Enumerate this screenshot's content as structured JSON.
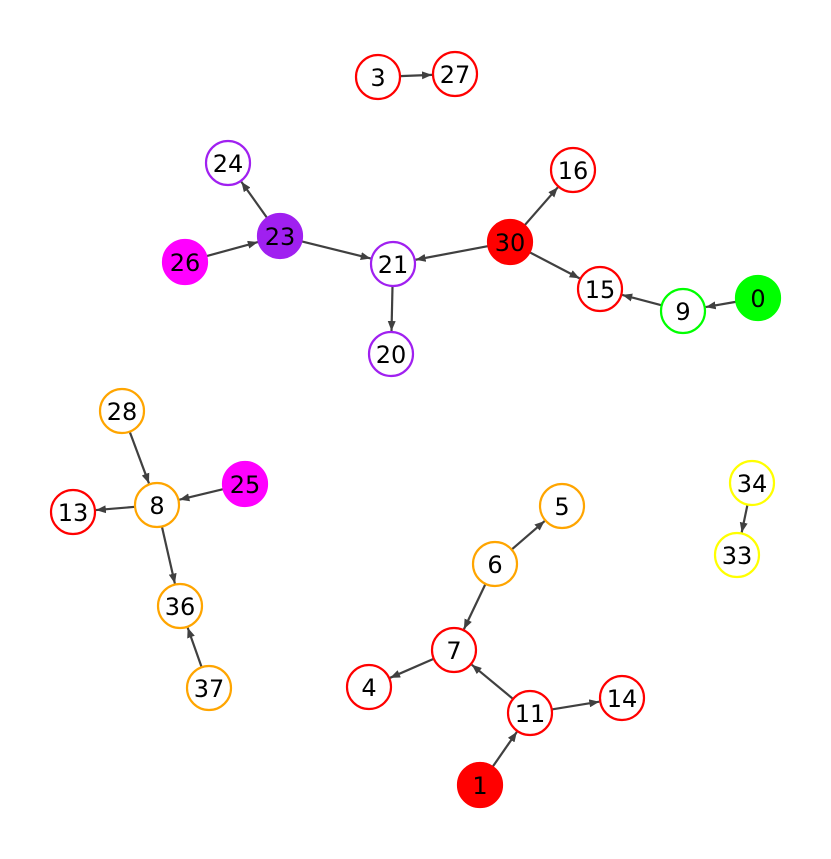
{
  "graph": {
    "nodes": [
      {
        "id": "0",
        "label": "0",
        "filled": true,
        "color": "#00ff00"
      },
      {
        "id": "1",
        "label": "1",
        "filled": true,
        "color": "#ff0000"
      },
      {
        "id": "3",
        "label": "3",
        "filled": false,
        "color": "#ff0000"
      },
      {
        "id": "4",
        "label": "4",
        "filled": false,
        "color": "#ff0000"
      },
      {
        "id": "5",
        "label": "5",
        "filled": false,
        "color": "#ffa500"
      },
      {
        "id": "6",
        "label": "6",
        "filled": false,
        "color": "#ffa500"
      },
      {
        "id": "7",
        "label": "7",
        "filled": false,
        "color": "#ff0000"
      },
      {
        "id": "8",
        "label": "8",
        "filled": false,
        "color": "#ffa500"
      },
      {
        "id": "9",
        "label": "9",
        "filled": false,
        "color": "#00ff00"
      },
      {
        "id": "11",
        "label": "11",
        "filled": false,
        "color": "#ff0000"
      },
      {
        "id": "13",
        "label": "13",
        "filled": false,
        "color": "#ff0000"
      },
      {
        "id": "14",
        "label": "14",
        "filled": false,
        "color": "#ff0000"
      },
      {
        "id": "15",
        "label": "15",
        "filled": false,
        "color": "#ff0000"
      },
      {
        "id": "16",
        "label": "16",
        "filled": false,
        "color": "#ff0000"
      },
      {
        "id": "20",
        "label": "20",
        "filled": false,
        "color": "#a020f0"
      },
      {
        "id": "21",
        "label": "21",
        "filled": false,
        "color": "#a020f0"
      },
      {
        "id": "23",
        "label": "23",
        "filled": true,
        "color": "#a020f0"
      },
      {
        "id": "24",
        "label": "24",
        "filled": false,
        "color": "#a020f0"
      },
      {
        "id": "25",
        "label": "25",
        "filled": true,
        "color": "#ff00ff"
      },
      {
        "id": "26",
        "label": "26",
        "filled": true,
        "color": "#ff00ff"
      },
      {
        "id": "27",
        "label": "27",
        "filled": false,
        "color": "#ff0000"
      },
      {
        "id": "28",
        "label": "28",
        "filled": false,
        "color": "#ffa500"
      },
      {
        "id": "30",
        "label": "30",
        "filled": true,
        "color": "#ff0000"
      },
      {
        "id": "33",
        "label": "33",
        "filled": false,
        "color": "#ffff00"
      },
      {
        "id": "34",
        "label": "34",
        "filled": false,
        "color": "#ffff00"
      },
      {
        "id": "36",
        "label": "36",
        "filled": false,
        "color": "#ffa500"
      },
      {
        "id": "37",
        "label": "37",
        "filled": false,
        "color": "#ffa500"
      }
    ],
    "edges": [
      {
        "source": "3",
        "target": "27"
      },
      {
        "source": "23",
        "target": "24"
      },
      {
        "source": "26",
        "target": "23"
      },
      {
        "source": "23",
        "target": "21"
      },
      {
        "source": "30",
        "target": "21"
      },
      {
        "source": "30",
        "target": "16"
      },
      {
        "source": "30",
        "target": "15"
      },
      {
        "source": "21",
        "target": "20"
      },
      {
        "source": "9",
        "target": "15"
      },
      {
        "source": "0",
        "target": "9"
      },
      {
        "source": "28",
        "target": "8"
      },
      {
        "source": "25",
        "target": "8"
      },
      {
        "source": "8",
        "target": "13"
      },
      {
        "source": "8",
        "target": "36"
      },
      {
        "source": "37",
        "target": "36"
      },
      {
        "source": "6",
        "target": "5"
      },
      {
        "source": "6",
        "target": "7"
      },
      {
        "source": "7",
        "target": "4"
      },
      {
        "source": "11",
        "target": "7"
      },
      {
        "source": "11",
        "target": "14"
      },
      {
        "source": "1",
        "target": "11"
      },
      {
        "source": "34",
        "target": "33"
      }
    ]
  }
}
